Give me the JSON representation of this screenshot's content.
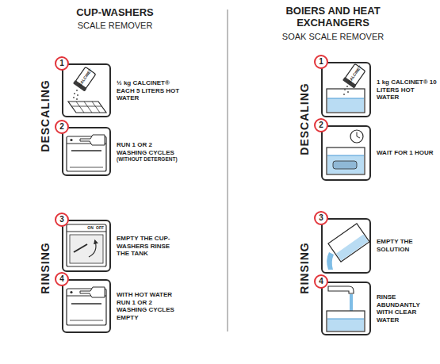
{
  "diagram": {
    "nodes": [
      {
        "text": [
          "1"
        ]
      },
      {
        "text": [
          "½ kg CALCINET® EACH 5 LITERS HOT WATER"
        ]
      },
      {
        "text": [
          "2"
        ]
      },
      {
        "text": [
          "RUN 1 OR 2 WASHING CYCLES",
          "(WITHOUT DETERGENT)"
        ]
      },
      {
        "text": [
          "3"
        ]
      },
      {
        "text": [
          "EMPTY THE CUP-WASHERS RINSE THE TANK"
        ]
      },
      {
        "text": [
          "4"
        ]
      },
      {
        "text": [
          "WITH HOT WATER RUN 1 OR 2 WASHING CYCLES EMPTY"
        ]
      },
      {
        "text": [
          "1"
        ]
      },
      {
        "text": [
          "1 kg CALCINET® 10 LITERS HOT WATER"
        ]
      },
      {
        "text": [
          "2"
        ]
      },
      {
        "text": [
          "WAIT FOR 1 HOUR"
        ]
      },
      {
        "text": [
          "3"
        ]
      },
      {
        "text": [
          "EMPTY THE SOLUTION"
        ]
      },
      {
        "text": [
          "4"
        ]
      },
      {
        "text": [
          "RINSE ABUNDANTLY WITH CLEAR WATER"
        ]
      }
    ],
    "labels": [
      "CUP-WASHERS",
      "SCALE REMOVER",
      "BOIERS AND HEAT EXCHANGERS",
      "SOAK SCALE REMOVER",
      "DESCALING",
      "RINSING",
      "DESCALING",
      "RINSING",
      "CALCINET",
      "CALCINET",
      "ON",
      "OFF"
    ]
  }
}
